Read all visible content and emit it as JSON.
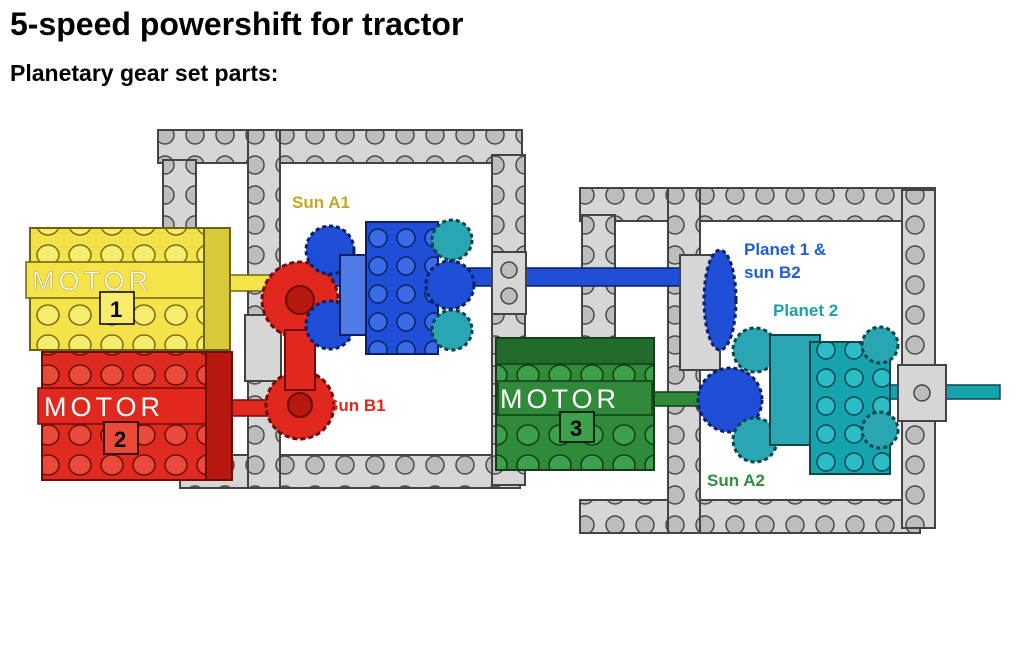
{
  "title": "5-speed powershift for tractor",
  "subtitle": "Planetary gear set parts:",
  "colors": {
    "beam": "#d4d4d4",
    "beam_edge": "#555555",
    "yellow": "#f4e44a",
    "red": "#e0281e",
    "blue": "#1f4fd6",
    "green": "#2f8a3a",
    "teal": "#15a3ad",
    "gold_label": "#c8a623",
    "red_label": "#e2261c",
    "blue_label": "#1f5fd1",
    "teal_label": "#1ba0ad",
    "green_label": "#2f8f3c"
  },
  "motors": [
    {
      "word": "MOTOR",
      "number": "1"
    },
    {
      "word": "MOTOR",
      "number": "2"
    },
    {
      "word": "MOTOR",
      "number": "3"
    }
  ],
  "labels": {
    "sun_a1": "Sun A1",
    "sun_b1": "Sun B1",
    "planet1_line1": "Planet 1 &",
    "planet1_line2": "sun B2",
    "planet2": "Planet 2",
    "sun_a2": "Sun A2"
  }
}
